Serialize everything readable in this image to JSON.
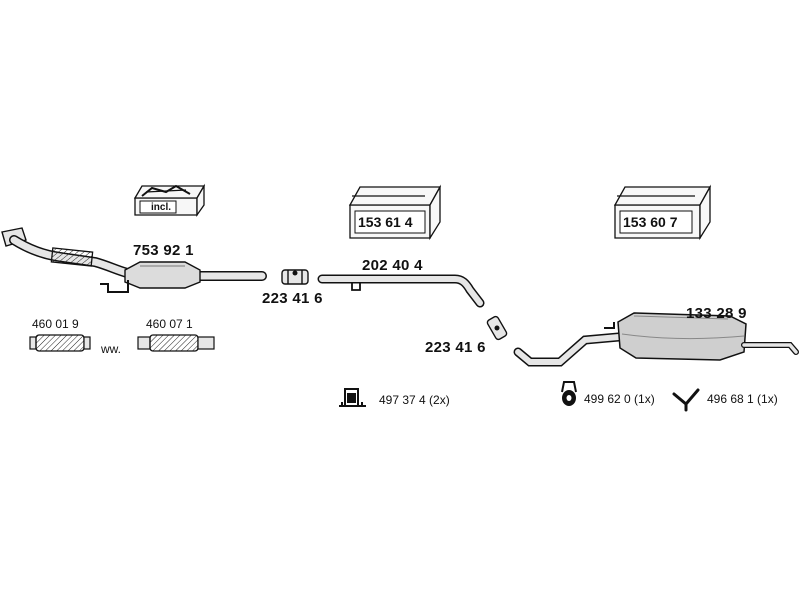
{
  "kit_boxes": {
    "left_box_label": "incl.",
    "middle_box_number": "153 61 4",
    "right_box_number": "153 60 7"
  },
  "parts": {
    "front_pipe_catalyst": "753 92 1",
    "clamp_front": "223 41 6",
    "middle_pipe": "202 40 4",
    "clamp_rear": "223 41 6",
    "rear_silencer": "133 28 9",
    "flex_pipe_a": "460 01 9",
    "flex_pipe_b": "460 07 1",
    "flex_separator": "ww."
  },
  "mounting": {
    "bracket": "497 37 4 (2x)",
    "rubber_mount": "499 62 0 (1x)",
    "hanger": "496 68 1 (1x)"
  },
  "colors": {
    "line": "#111111",
    "pipe_fill": "#e6e6e6",
    "muffler_fill": "#cfcfcf",
    "box_fill": "#f7f7f7"
  }
}
